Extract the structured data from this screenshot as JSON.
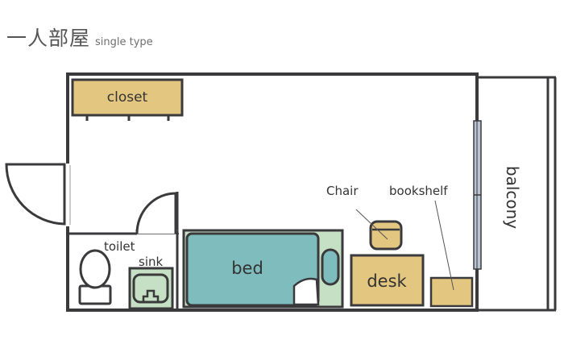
{
  "header": {
    "title": "一人部屋",
    "subtitle": "single type"
  },
  "labels": {
    "closet": "closet",
    "toilet": "toilet",
    "sink": "sink",
    "bed": "bed",
    "desk": "desk",
    "chair": "Chair",
    "bookshelf": "bookshelf",
    "balcony": "balcony"
  },
  "colors": {
    "wall": "#3a3a3c",
    "furniture_tan": "#e3c67f",
    "bed_teal": "#7fbcbd",
    "bed_frame_green": "#c6e0c5",
    "window_blue": "#b8c4d4"
  }
}
